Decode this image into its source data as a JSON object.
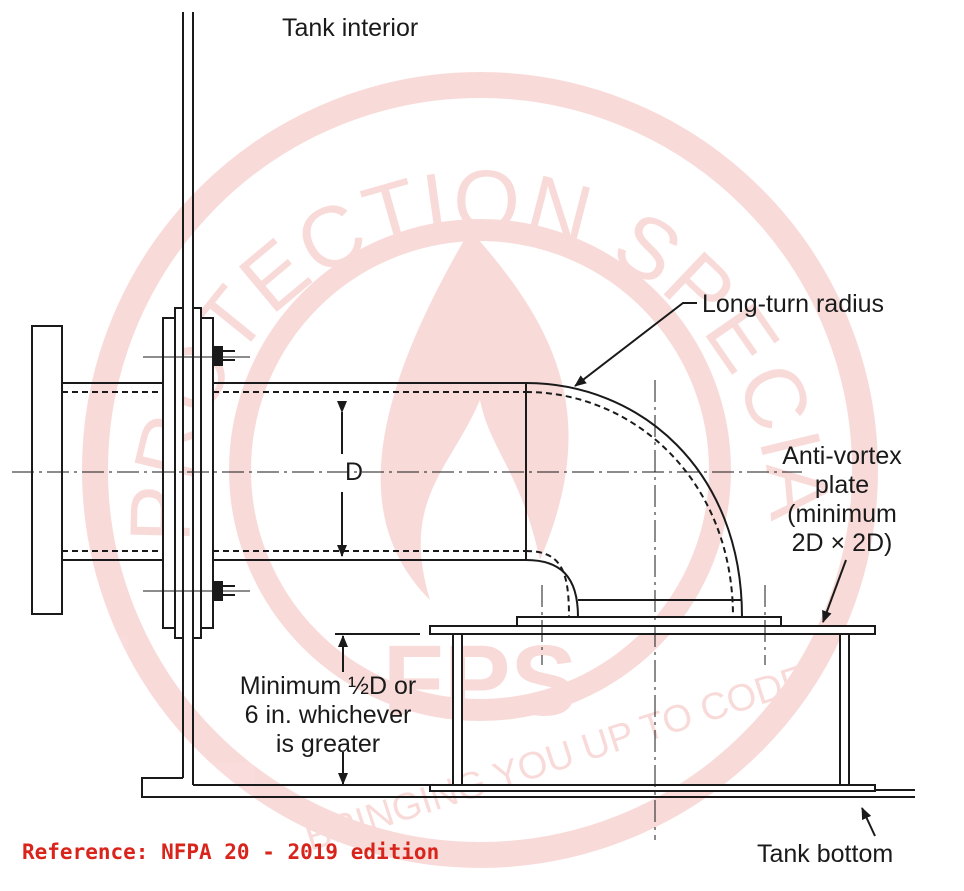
{
  "labels": {
    "tank_interior": "Tank interior",
    "long_turn_radius": "Long-turn radius",
    "diameter": "D",
    "anti_vortex_1": "Anti-vortex",
    "anti_vortex_2": "plate",
    "anti_vortex_3": "(minimum",
    "anti_vortex_4": "2D × 2D)",
    "min_1": "Minimum ½D or",
    "min_2": "6 in. whichever",
    "min_3": "is greater",
    "tank_bottom": "Tank bottom",
    "reference": "Reference: NFPA 20 - 2019 edition"
  },
  "watermark": {
    "arc_text": "FIRE PROTECTION SPECIALISTS",
    "logo": "FPS",
    "tagline": "BRINGING YOU UP TO CODE",
    "color": "#d9241c"
  },
  "colors": {
    "line": "#1a1a1a",
    "reference": "#d9241c"
  }
}
